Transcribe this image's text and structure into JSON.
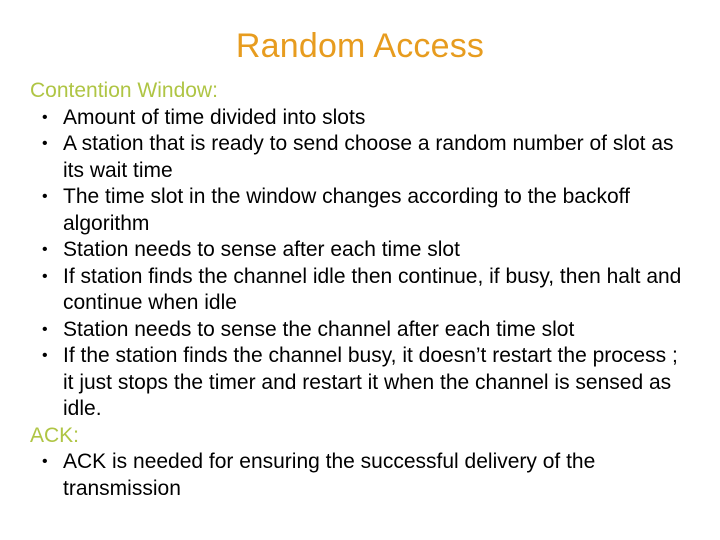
{
  "slide": {
    "title": "Random Access",
    "title_color": "#E79C1F",
    "heading_color": "#AFC544",
    "body_color": "#000000",
    "background_color": "#FFFFFF",
    "bullet_glyph": "•",
    "sections": [
      {
        "heading": "Contention Window:",
        "bullets": [
          "Amount of time divided into slots",
          "A station that is ready to send choose a random number of slot as its wait time",
          "The time slot in the window changes according to the backoff algorithm",
          "Station needs to sense after each time slot",
          "If station finds the channel idle then continue, if busy, then halt and continue when idle",
          "Station needs to sense the channel after each time slot",
          "If the station finds the channel busy, it doesn’t restart the process ; it just stops the timer and restart it when the channel is sensed as idle."
        ]
      },
      {
        "heading": "ACK:",
        "bullets": [
          "ACK is needed for ensuring the successful delivery of the transmission"
        ]
      }
    ]
  }
}
